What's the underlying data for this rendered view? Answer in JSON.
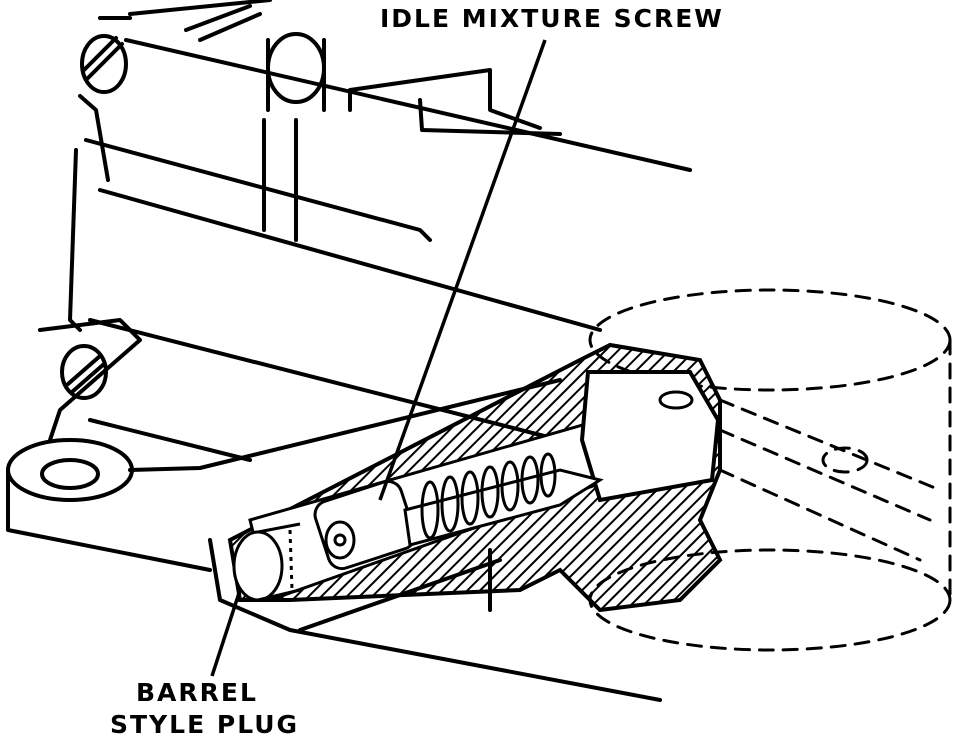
{
  "labels": {
    "idle_mixture_screw": "IDLE MIXTURE SCREW",
    "barrel_line1": "BARREL",
    "barrel_line2": "STYLE PLUG"
  },
  "colors": {
    "ink": "#000000",
    "paper": "#ffffff"
  }
}
